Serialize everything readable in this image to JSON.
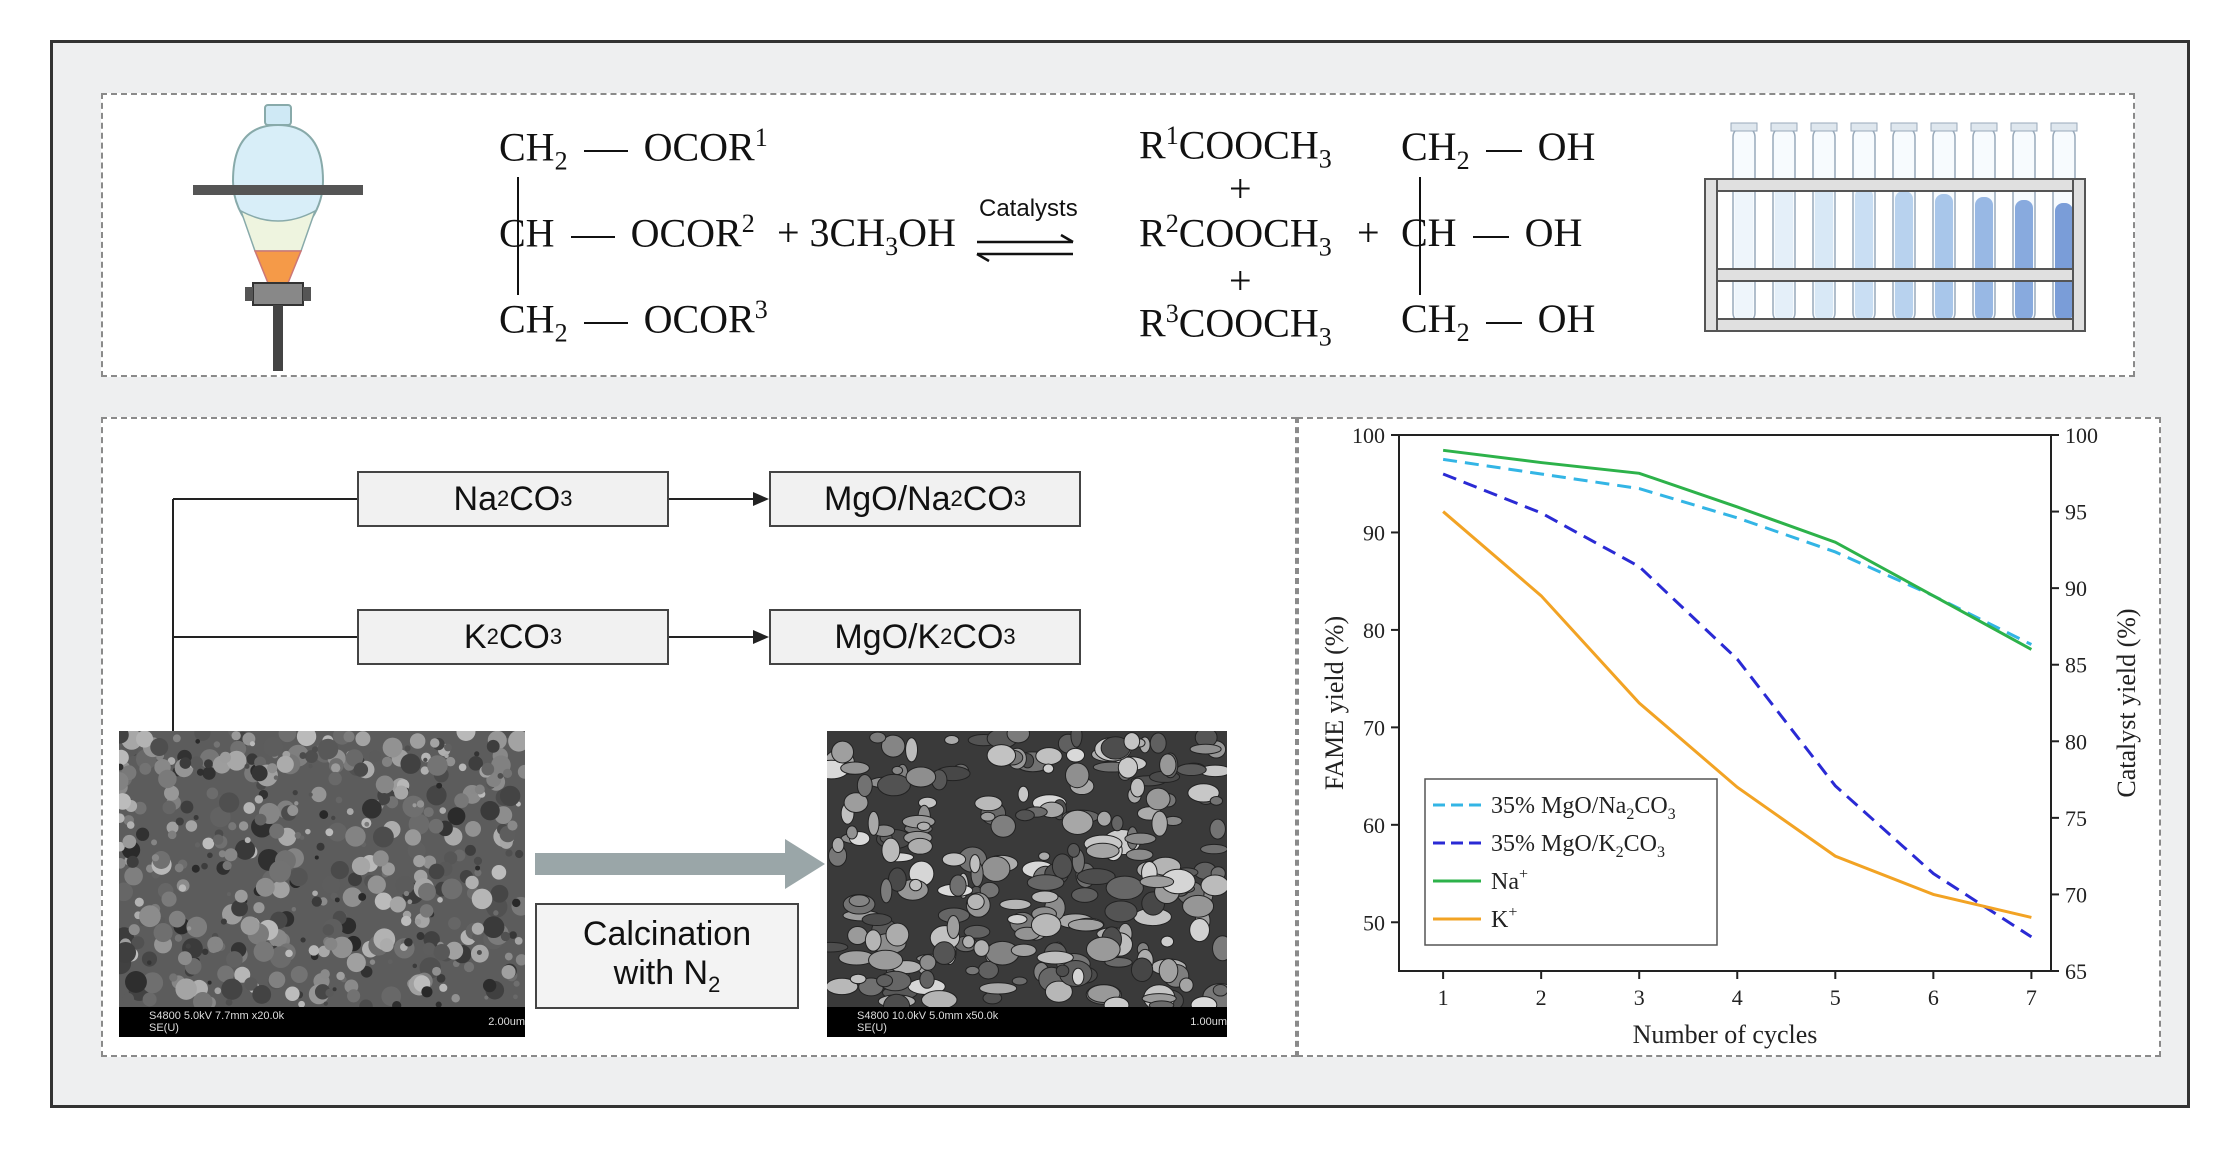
{
  "reaction": {
    "r1": "CH",
    "r1sub": "2",
    "r1g": "OCOR",
    "r1sup": "1",
    "r2": "CH",
    "r2g": "OCOR",
    "r2sup": "2",
    "r3": "CH",
    "r3sub": "2",
    "r3g": "OCOR",
    "r3sup": "3",
    "methanol_a": "+ 3CH",
    "methanol_sub": "3",
    "methanol_b": "OH",
    "catalyst_label": "Catalysts",
    "p1a": "R",
    "p1sup": "1",
    "p1b": "COOCH",
    "p1sub": "3",
    "plus1": "+",
    "p2a": "R",
    "p2sup": "2",
    "p2b": "COOCH",
    "p2sub": "3",
    "plus2": "+",
    "p3a": "R",
    "p3sup": "3",
    "p3b": "COOCH",
    "p3sub": "3",
    "plus_mid": "+",
    "g1": "CH",
    "g1sub": "2",
    "g1g": "OH",
    "g2": "CH",
    "g2g": "OH",
    "g3": "CH",
    "g3sub": "2",
    "g3g": "OH"
  },
  "flow": {
    "na_box_a": "Na",
    "na_box_sub": "2",
    "na_box_b": "CO",
    "na_box_sub2": "3",
    "na_out_a": "MgO/Na",
    "na_out_sub": "2",
    "na_out_b": "CO",
    "na_out_sub2": "3",
    "k_box_a": "K",
    "k_box_sub": "2",
    "k_box_b": "CO",
    "k_box_sub2": "3",
    "k_out_a": "MgO/K",
    "k_out_sub": "2",
    "k_out_b": "CO",
    "k_out_sub2": "3",
    "calc_line1": "Calcination",
    "calc_line2a": "with N",
    "calc_line2sub": "2",
    "sem1_caption_a": "S4800 5.0kV 7.7mm x20.0k SE(U)",
    "sem1_caption_b": "2.00um",
    "sem2_caption_a": "S4800 10.0kV 5.0mm x50.0k SE(U)",
    "sem2_caption_b": "1.00um"
  },
  "chart_data": {
    "type": "line",
    "xlabel": "Number of cycles",
    "ylabel_left": "FAME yield (%)",
    "ylabel_right": "Catalyst yield (%)",
    "x": [
      1,
      2,
      3,
      4,
      5,
      6,
      7
    ],
    "xlim": [
      0.55,
      7.2
    ],
    "ylim_left": [
      45,
      100
    ],
    "ylim_right": [
      65,
      100
    ],
    "yticks_left": [
      50,
      60,
      70,
      80,
      90,
      100
    ],
    "yticks_right": [
      65,
      70,
      75,
      80,
      85,
      90,
      95,
      100
    ],
    "series": [
      {
        "name": "35% MgO/Na2CO3",
        "axis": "left",
        "style": "dashed",
        "color": "#33b5e5",
        "values": [
          97.5,
          96.0,
          94.5,
          91.5,
          88.0,
          83.5,
          78.5
        ]
      },
      {
        "name": "35% MgO/K2CO3",
        "axis": "left",
        "style": "dashed",
        "color": "#2a2ad4",
        "values": [
          96.0,
          92.0,
          86.5,
          77.0,
          64.0,
          55.0,
          48.5
        ]
      },
      {
        "name": "Na+",
        "axis": "right",
        "style": "solid",
        "color": "#2db24a",
        "values": [
          99.0,
          98.2,
          97.5,
          95.3,
          93.0,
          89.5,
          86.0
        ]
      },
      {
        "name": "K+",
        "axis": "right",
        "style": "solid",
        "color": "#f2a324",
        "values": [
          95.0,
          89.5,
          82.5,
          77.0,
          72.5,
          70.0,
          68.5
        ]
      }
    ],
    "legend": [
      {
        "a": "35% MgO/Na",
        "sub": "2",
        "b": "CO",
        "sub2": "3"
      },
      {
        "a": "35% MgO/K",
        "sub": "2",
        "b": "CO",
        "sub2": "3"
      },
      {
        "a": "Na",
        "sup": "+"
      },
      {
        "a": "K",
        "sup": "+"
      }
    ],
    "legend_position": "bottom-left",
    "grid": false
  }
}
